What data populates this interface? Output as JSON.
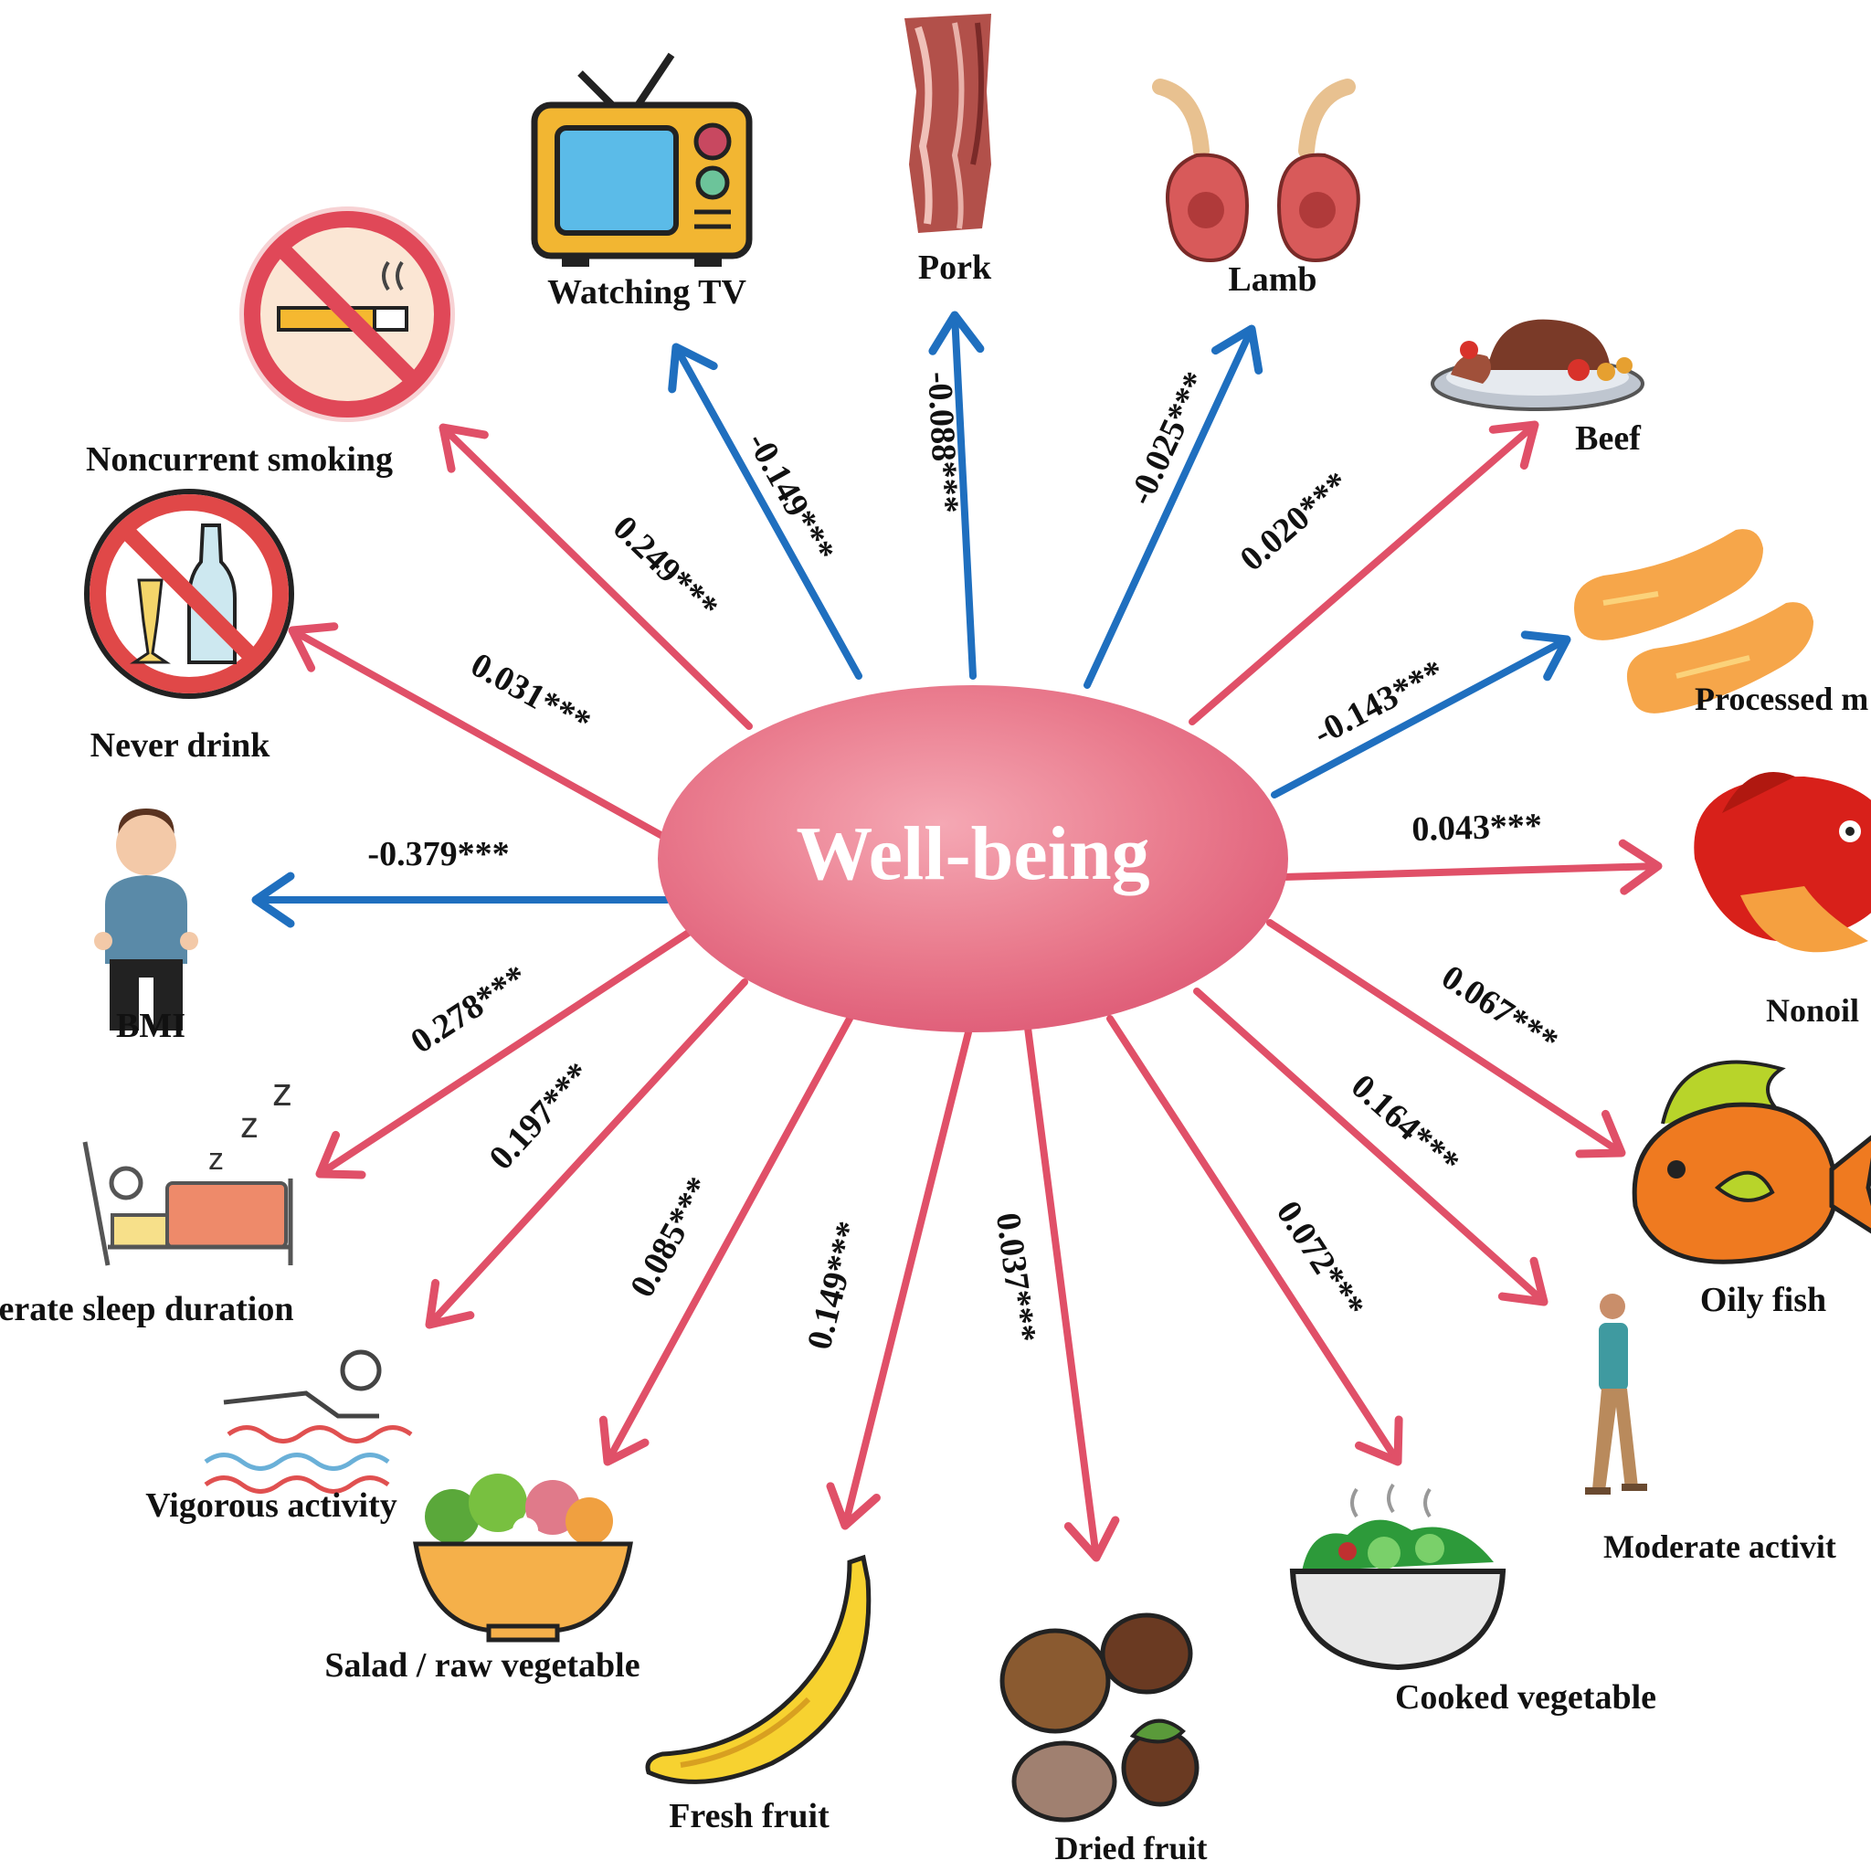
{
  "center": {
    "label": "Well-being"
  },
  "colors": {
    "positive": "#e05068",
    "negative": "#1f6fbf"
  },
  "factors": [
    {
      "id": "watching-tv",
      "label": "Watching TV",
      "coef": "-0.149***",
      "sign": "negative",
      "icon": "tv-icon"
    },
    {
      "id": "pork",
      "label": "Pork",
      "coef": "-0.088***",
      "sign": "negative",
      "icon": "pork-icon"
    },
    {
      "id": "lamb",
      "label": "Lamb",
      "coef": "-0.025***",
      "sign": "negative",
      "icon": "lamb-chops-icon"
    },
    {
      "id": "beef",
      "label": "Beef",
      "coef": "0.020***",
      "sign": "positive",
      "icon": "beef-plate-icon"
    },
    {
      "id": "processed-meat",
      "label": "Processed m",
      "coef": "-0.143***",
      "sign": "negative",
      "icon": "sausage-icon"
    },
    {
      "id": "nonoily-fish",
      "label": "Nonoil",
      "coef": "0.043***",
      "sign": "positive",
      "icon": "red-fish-icon"
    },
    {
      "id": "oily-fish",
      "label": "Oily fish",
      "coef": "0.067***",
      "sign": "positive",
      "icon": "orange-fish-icon"
    },
    {
      "id": "moderate-activity",
      "label": "Moderate activit",
      "coef": "0.164***",
      "sign": "positive",
      "icon": "walking-man-icon"
    },
    {
      "id": "cooked-vegetable",
      "label": "Cooked vegetable",
      "coef": "0.072***",
      "sign": "positive",
      "icon": "cooked-vegetable-bowl-icon"
    },
    {
      "id": "dried-fruit",
      "label": "Dried fruit",
      "coef": "0.037***",
      "sign": "positive",
      "icon": "nuts-icon"
    },
    {
      "id": "fresh-fruit",
      "label": "Fresh fruit",
      "coef": "0.149***",
      "sign": "positive",
      "icon": "banana-icon"
    },
    {
      "id": "salad",
      "label": "Salad / raw vegetable",
      "coef": "0.085***",
      "sign": "positive",
      "icon": "salad-bowl-icon"
    },
    {
      "id": "vigorous-activity",
      "label": "Vigorous activity",
      "coef": "0.197***",
      "sign": "positive",
      "icon": "swimmer-icon"
    },
    {
      "id": "sleep-duration",
      "label": "erate sleep duration",
      "coef": "0.278***",
      "sign": "positive",
      "icon": "sleeping-bed-icon"
    },
    {
      "id": "bmi",
      "label": "BMI",
      "coef": "-0.379***",
      "sign": "negative",
      "icon": "overweight-person-icon"
    },
    {
      "id": "never-drink",
      "label": "Never drink",
      "coef": "0.031***",
      "sign": "positive",
      "icon": "no-alcohol-icon"
    },
    {
      "id": "noncurrent-smoking",
      "label": "Noncurrent smoking",
      "coef": "0.249***",
      "sign": "positive",
      "icon": "no-smoking-icon"
    }
  ]
}
